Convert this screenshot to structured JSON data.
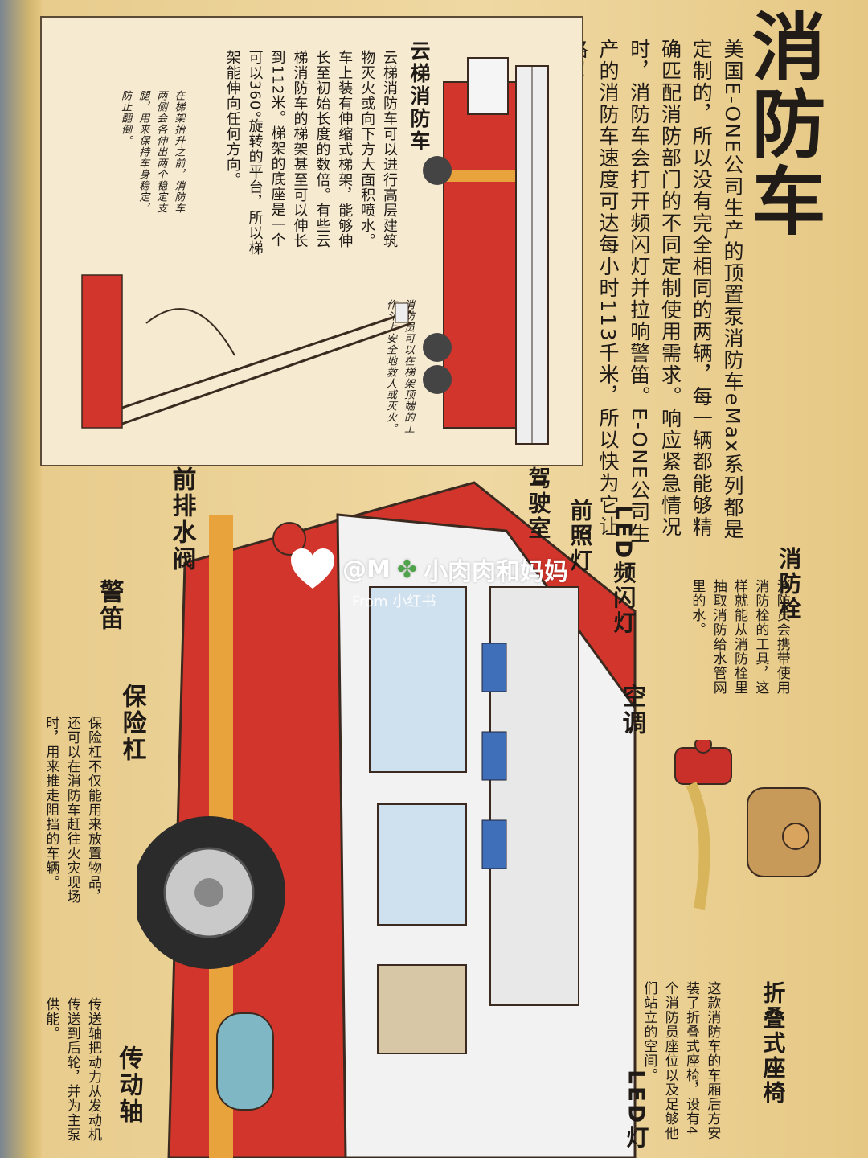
{
  "page": {
    "title": "消防车",
    "intro": "美国E-ONE公司生产的顶置泵消防车eMax系列都是定制的，所以没有完全相同的两辆，每一辆都能够精确匹配消防部门的不同定制使用需求。响应紧急情况时，消防车会打开频闪灯并拉响警笛。E-ONE公司生产的消防车速度可达每小时113千米，所以快为它让路！"
  },
  "inset": {
    "title": "云梯消防车",
    "body": "云梯消防车可以进行高层建筑物灭火或向下方大面积喷水。车上装有伸缩式梯架，能够伸长至初始长度的数倍。有些云梯消防车的梯架甚至可以伸长到112米。梯架的底座是一个可以360°旋转的平台，所以梯架能伸向任何方向。",
    "note_platform": "消防员可以在梯架顶端的工作斗上安全地救人或灭火。",
    "note_legs": "在梯架抬升之前，消防车两侧会各伸出两个稳定支腿，用来保持车身稳定，防止翻倒。"
  },
  "labels": {
    "hydrant_title": "消防栓",
    "hydrant_body": "消防员会携带使用消防栓的工具，这样就能从消防栓里抽取消防给水管网里的水。",
    "led_strobe": "LED频闪灯",
    "headlight": "前照灯",
    "cab": "驾驶室",
    "front_valve": "前排水阀",
    "horn": "警笛",
    "bumper_title": "保险杠",
    "bumper_body": "保险杠不仅能用来放置物品，还可以在消防车赶往火灾现场时，用来推走阻挡的车辆。",
    "ac": "空调",
    "seat_title": "折叠式座椅",
    "seat_body": "这款消防车的车厢后方安装了折叠式座椅，设有4个消防员座位以及足够他们站立的空间。",
    "led_light": "LED灯",
    "shaft_title": "传动轴",
    "shaft_body": "传送轴把动力从发动机传送到后轮，并为主泵供能。"
  },
  "watermark": {
    "handle": "@M",
    "name": "小肉肉和妈妈",
    "source": "From 小红书"
  },
  "colors": {
    "page": "#efd8a2",
    "truck_red": "#d2352b",
    "stripe": "#e8a33c",
    "inset_bg": "#f6ead1",
    "led_blue": "#3e6fb8"
  }
}
